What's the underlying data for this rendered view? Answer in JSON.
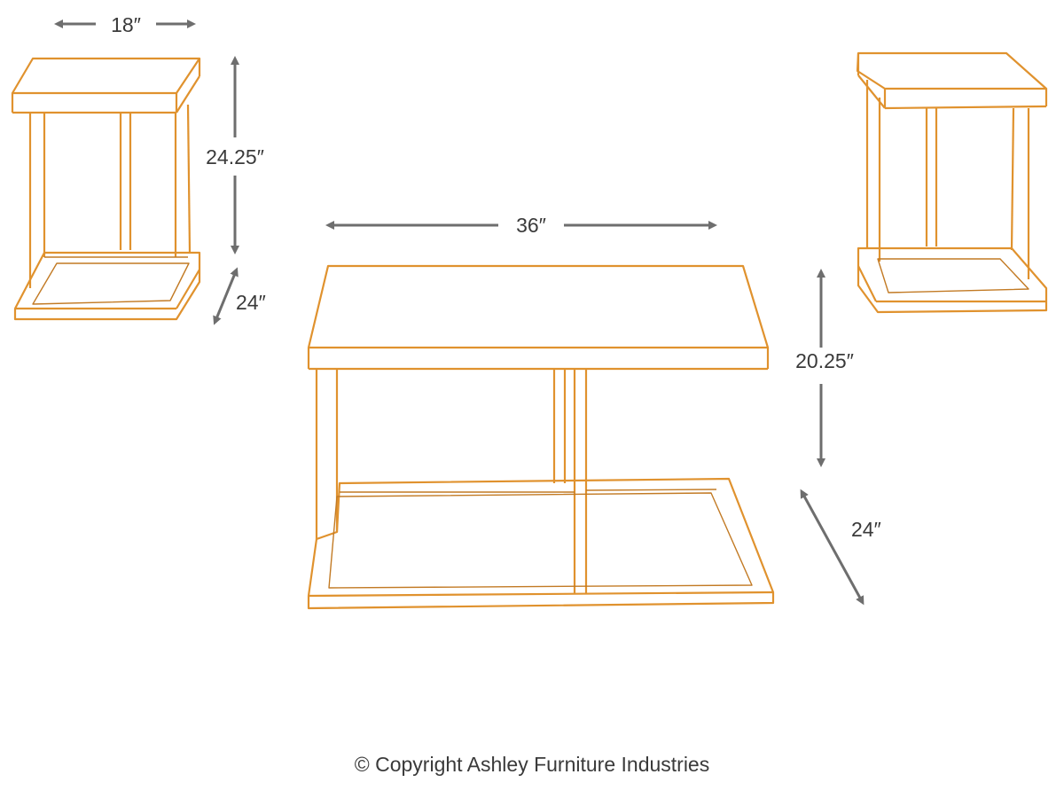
{
  "dimensions": {
    "end_table_left_width": "18″",
    "end_table_left_height": "24.25″",
    "end_table_left_depth": "24″",
    "coffee_table_width": "36″",
    "coffee_table_height": "20.25″",
    "coffee_table_depth": "24″"
  },
  "footer": {
    "copyright": "© Copyright Ashley Furniture Industries"
  },
  "colors": {
    "outline": "#e0922e",
    "arrow": "#6e6e6e",
    "text": "#3a3a3a"
  }
}
